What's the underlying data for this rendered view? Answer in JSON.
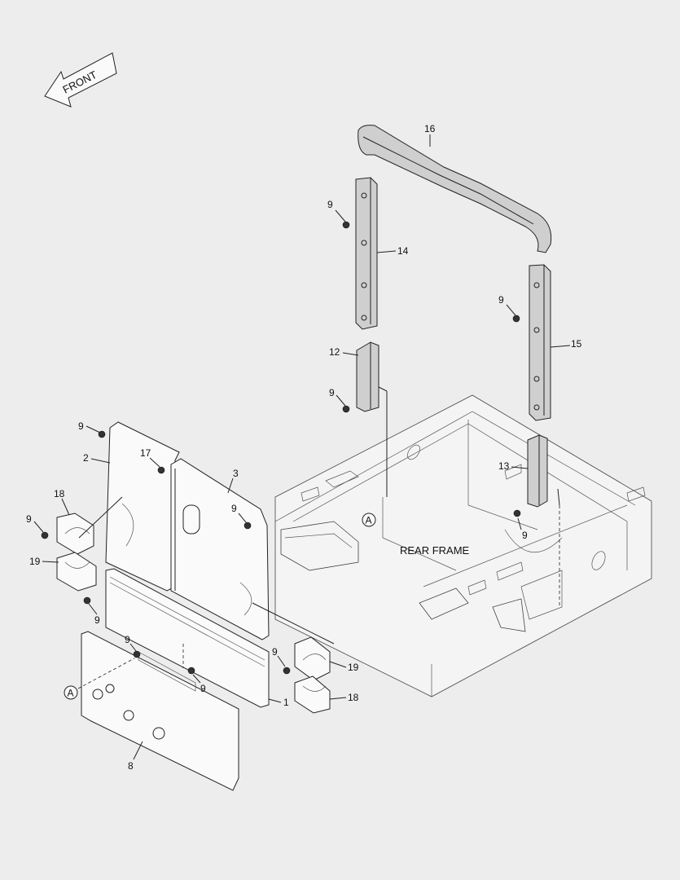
{
  "front_arrow": {
    "label": "FRONT"
  },
  "frame_label": "REAR FRAME",
  "ref_marker": "A",
  "callouts": {
    "c1": "1",
    "c2": "2",
    "c3": "3",
    "c8": "8",
    "c9a": "9",
    "c9b": "9",
    "c9c": "9",
    "c9d": "9",
    "c9e": "9",
    "c9f": "9",
    "c9g": "9",
    "c9h": "9",
    "c9i": "9",
    "c9j": "9",
    "c12": "12",
    "c13": "13",
    "c14": "14",
    "c15": "15",
    "c16": "16",
    "c17": "17",
    "c18a": "18",
    "c18b": "18",
    "c19a": "19",
    "c19b": "19"
  }
}
